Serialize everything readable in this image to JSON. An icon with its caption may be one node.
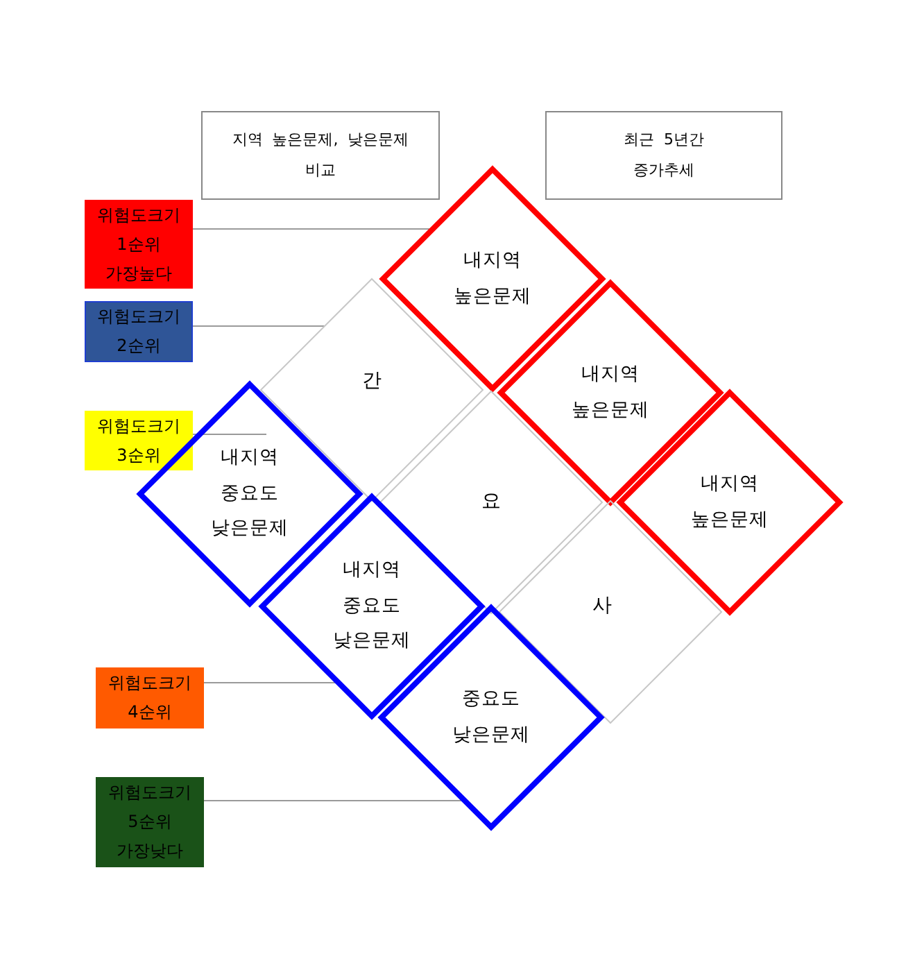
{
  "diagram": {
    "nodes": [
      {
        "text": [
          "지역  높은문제,  낮은문제 비교"
        ]
      },
      {
        "text": [
          "최근  5년간 증가추세"
        ]
      },
      {
        "text": [
          "위험도크기 1순위 가장높다"
        ]
      },
      {
        "text": [
          "위험도크기 2순위"
        ]
      },
      {
        "text": [
          "위험도크기 3순위"
        ]
      },
      {
        "text": [
          "위험도크기 4순위"
        ]
      },
      {
        "text": [
          "위험도크기 5순위 가장낮다"
        ]
      },
      {
        "text": [
          "내지역 높은문제"
        ]
      },
      {
        "text": [
          "내지역 높은문제"
        ]
      },
      {
        "text": [
          "내지역 높은문제"
        ]
      },
      {
        "text": [
          "간"
        ]
      },
      {
        "text": [
          "요"
        ]
      },
      {
        "text": [
          "사"
        ]
      },
      {
        "text": [
          "내지역 중요도 낮은문제"
        ]
      },
      {
        "text": [
          "내지역 중요도 낮은문제"
        ]
      },
      {
        "text": [
          "중요도 낮은문제"
        ]
      }
    ],
    "edges": [
      {
        "from": 2,
        "to": 7,
        "arrow": "none"
      },
      {
        "from": 3,
        "to": 10,
        "arrow": "none"
      },
      {
        "from": 4,
        "to": 13,
        "arrow": "none"
      },
      {
        "from": 5,
        "to": 14,
        "arrow": "none"
      },
      {
        "from": 6,
        "to": 15,
        "arrow": "none"
      }
    ]
  }
}
